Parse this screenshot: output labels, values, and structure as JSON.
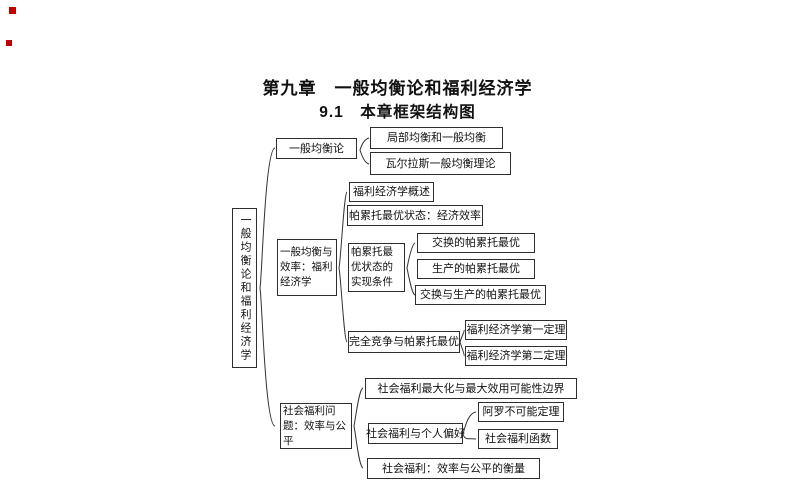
{
  "page": {
    "title": "第九章　一般均衡论和福利经济学",
    "subtitle": "9.1　本章框架结构图"
  },
  "colors": {
    "background": "#ffffff",
    "text": "#111111",
    "box_border": "#2e2e2e",
    "connector_line": "#333333",
    "corner_marker": "#c00000"
  },
  "diagram": {
    "root": "一般均衡论和福利经济学",
    "branches": [
      {
        "label": "一般均衡论",
        "children": [
          {
            "label": "局部均衡和一般均衡"
          },
          {
            "label": "瓦尔拉斯一般均衡理论"
          }
        ]
      },
      {
        "label": "一般均衡与效率：福利经济学",
        "children": [
          {
            "label": "福利经济学概述"
          },
          {
            "label": "帕累托最优状态：经济效率"
          },
          {
            "label": "帕累托最优状态的实现条件",
            "children": [
              {
                "label": "交换的帕累托最优"
              },
              {
                "label": "生产的帕累托最优"
              },
              {
                "label": "交换与生产的帕累托最优"
              }
            ]
          },
          {
            "label": "完全竞争与帕累托最优",
            "children": [
              {
                "label": "福利经济学第一定理"
              },
              {
                "label": "福利经济学第二定理"
              }
            ]
          }
        ]
      },
      {
        "label": "社会福利问题：效率与公平",
        "children": [
          {
            "label": "社会福利最大化与最大效用可能性边界"
          },
          {
            "label": "社会福利与个人偏好",
            "children": [
              {
                "label": "阿罗不可能定理"
              },
              {
                "label": "社会福利函数"
              }
            ]
          },
          {
            "label": "社会福利：效率与公平的衡量"
          }
        ]
      }
    ]
  }
}
